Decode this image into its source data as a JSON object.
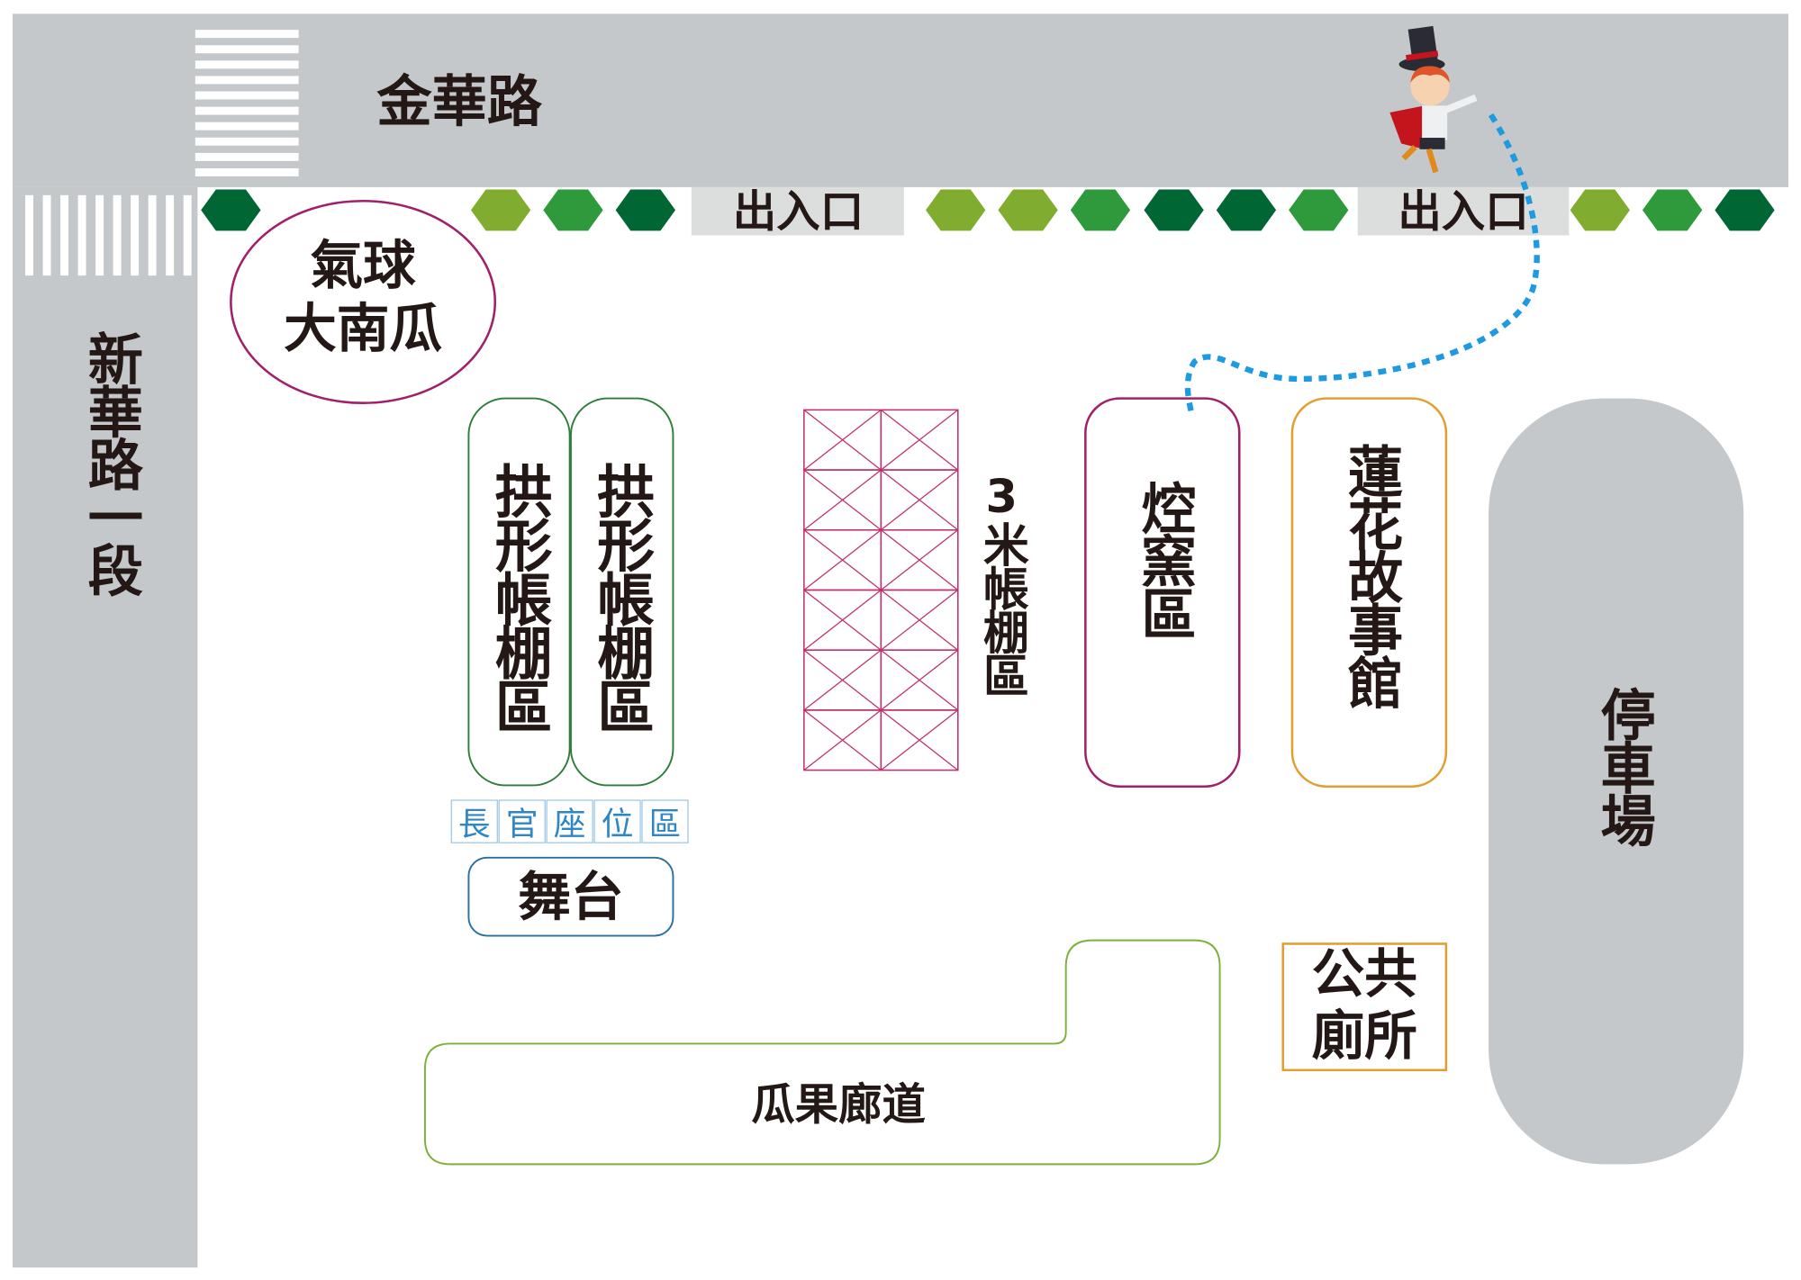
{
  "roads": {
    "top": "金華路",
    "left": "新華路一段"
  },
  "entrances": [
    "出入口",
    "出入口"
  ],
  "areas": {
    "balloon": [
      "氣球",
      "大南瓜"
    ],
    "arch_tent_1": "拱形帳棚區",
    "arch_tent_2": "拱形帳棚區",
    "officials_seating": [
      "長",
      "官",
      "座",
      "位",
      "區"
    ],
    "stage": "舞台",
    "tent_3m": "3米帳棚區",
    "kiln": "焢窯區",
    "lotus_museum": "蓮花故事館",
    "parking": "停車場",
    "restroom": [
      "公共",
      "廁所"
    ],
    "melon_corridor": "瓜果廊道"
  },
  "colors": {
    "road": "#c5c8ca",
    "hex_dark": "#006633",
    "hex_mid": "#2e9a3c",
    "hex_light": "#80ad2f",
    "magenta": "#a0206a",
    "green": "#2e7d3a",
    "orange": "#e0a030",
    "blue_path": "#1e9be0"
  }
}
